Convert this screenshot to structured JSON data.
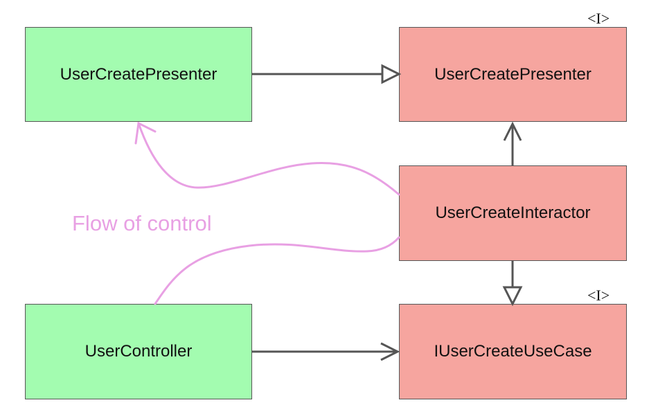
{
  "colors": {
    "outer_layer": "#a3fcb0",
    "inner_layer": "#f6a59f",
    "edge": "#555555",
    "flow_of_control": "#e8a0e3"
  },
  "nodes": {
    "user_create_presenter_impl": "UserCreatePresenter",
    "user_create_presenter_interface": "UserCreatePresenter",
    "user_create_interactor": "UserCreateInteractor",
    "user_controller": "UserController",
    "i_user_create_use_case": "IUserCreateUseCase"
  },
  "stereotypes": {
    "presenter_interface": "<I>",
    "use_case_interface": "<I>"
  },
  "annotations": {
    "flow_of_control": "Flow of control"
  },
  "edges": [
    {
      "from": "UserCreatePresenter",
      "to": "UserCreatePresenter (interface)",
      "type": "realization"
    },
    {
      "from": "UserCreateInteractor",
      "to": "UserCreatePresenter (interface)",
      "type": "association"
    },
    {
      "from": "UserCreateInteractor",
      "to": "IUserCreateUseCase",
      "type": "realization"
    },
    {
      "from": "UserController",
      "to": "IUserCreateUseCase",
      "type": "association"
    },
    {
      "from": "UserController",
      "to": "UserCreatePresenter",
      "type": "flow-of-control",
      "via": "UserCreateInteractor"
    }
  ]
}
